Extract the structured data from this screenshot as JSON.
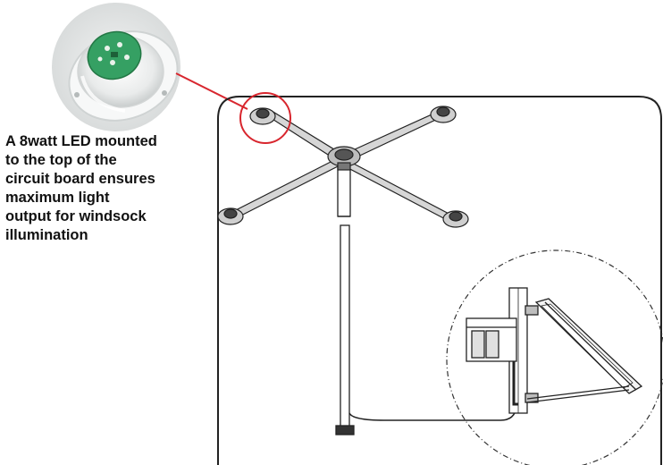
{
  "caption": {
    "lines": [
      "A 8watt LED mounted",
      "to the top of the",
      "circuit board ensures",
      "maximum light",
      "output for windsock",
      "illumination"
    ]
  },
  "colors": {
    "callout_circle": "#d8262e",
    "callout_line": "#d8262e",
    "outline": "#222222",
    "led_board": "#2f9a5a",
    "led_dome": "#e6e8e8"
  },
  "icons": {
    "led_photo": "led-lamp-icon",
    "solar_panel": "solar-panel-icon"
  }
}
